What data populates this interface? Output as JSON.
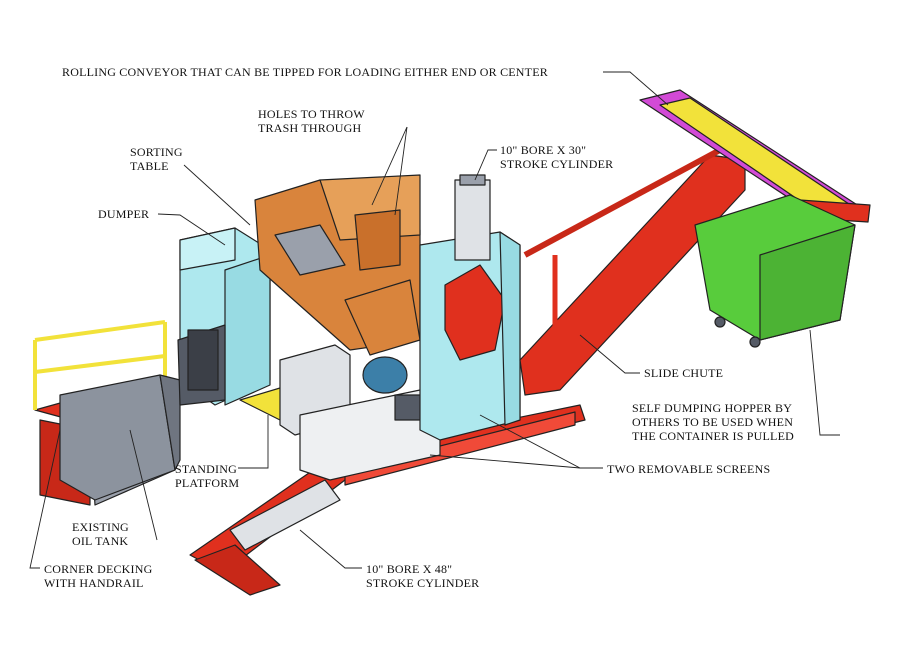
{
  "labels": {
    "conveyor": "ROLLING CONVEYOR THAT CAN BE TIPPED FOR LOADING EITHER END OR CENTER",
    "holes_line1": "HOLES TO THROW",
    "holes_line2": "TRASH THROUGH",
    "sorting_line1": "SORTING",
    "sorting_line2": "TABLE",
    "cyl_top_line1": "10\" BORE X 30\"",
    "cyl_top_line2": "STROKE CYLINDER",
    "dumper": "DUMPER",
    "slide_chute": "SLIDE CHUTE",
    "hopper_line1": "SELF DUMPING HOPPER BY",
    "hopper_line2": "OTHERS TO BE USED WHEN",
    "hopper_line3": "THE CONTAINER IS PULLED",
    "standing_line1": "STANDING",
    "standing_line2": "PLATFORM",
    "screens": "TWO REMOVABLE SCREENS",
    "oil_line1": "EXISTING",
    "oil_line2": "OIL TANK",
    "decking_line1": "CORNER DECKING",
    "decking_line2": "WITH HANDRAIL",
    "cyl_bottom_line1": "10\" BORE X 48\"",
    "cyl_bottom_line2": "STROKE CYLINDER"
  },
  "colors": {
    "base_red": "#e0301e",
    "light_blue": "#aee8ee",
    "orange": "#d9843c",
    "green": "#58cc3c",
    "magenta": "#d24ad6",
    "yellow": "#f2e23a",
    "gray": "#9aa0ab",
    "steel_blue": "#3c7fa8"
  }
}
